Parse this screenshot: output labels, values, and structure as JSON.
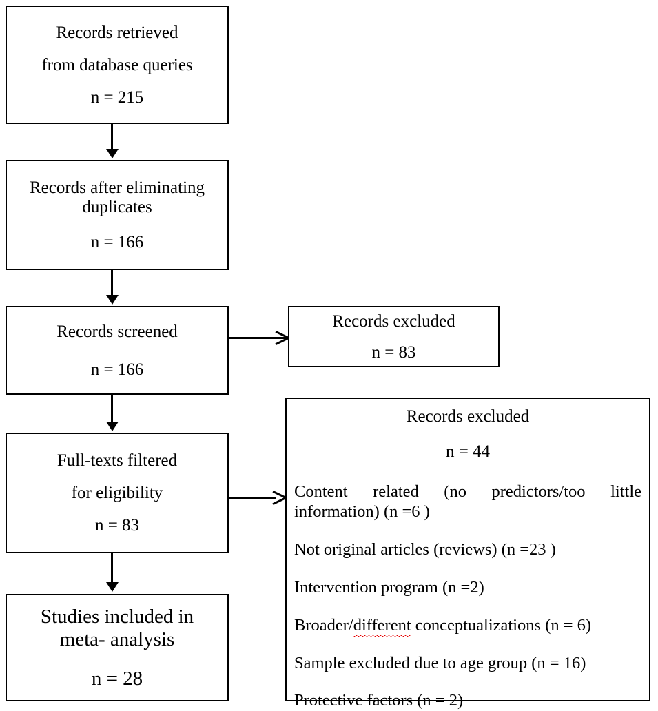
{
  "diagram": {
    "title": "PRISMA study selection flow diagram",
    "nodes": {
      "retrieved": {
        "line1": "Records retrieved",
        "line2": "from database queries",
        "count": "n = 215"
      },
      "deduplicated": {
        "line1": "Records after eliminating",
        "line2": "duplicates",
        "count": "n = 166"
      },
      "screened": {
        "line1": "Records screened",
        "count": "n = 166"
      },
      "excluded_screening": {
        "line1": "Records excluded",
        "count": "n = 83"
      },
      "fulltext": {
        "line1": "Full-texts filtered",
        "line2": "for eligibility",
        "count": "n = 83"
      },
      "excluded_fulltext": {
        "title": "Records excluded",
        "count": "n = 44",
        "reasons": [
          "Content related (no predictors/too little information) (n =6 )",
          "Not original articles (reviews) (n =23 )",
          "Intervention program (n =2)",
          "Broader/different conceptualizations (n = 6)",
          "Sample excluded due to age group (n = 16)",
          "Protective factors (n = 2)"
        ],
        "reason_parts": {
          "broader_a": "Broader/",
          "broader_b": "diff",
          "broader_c": "erent",
          "broader_d": " conceptualizations (n = 6)"
        }
      },
      "included": {
        "line1": "Studies included in",
        "line2": "meta- analysis",
        "count": "n = 28"
      }
    },
    "colors": {
      "border": "#000000",
      "text": "#000000",
      "background": "#ffffff",
      "spellcheck_underline": "#e60000"
    }
  }
}
